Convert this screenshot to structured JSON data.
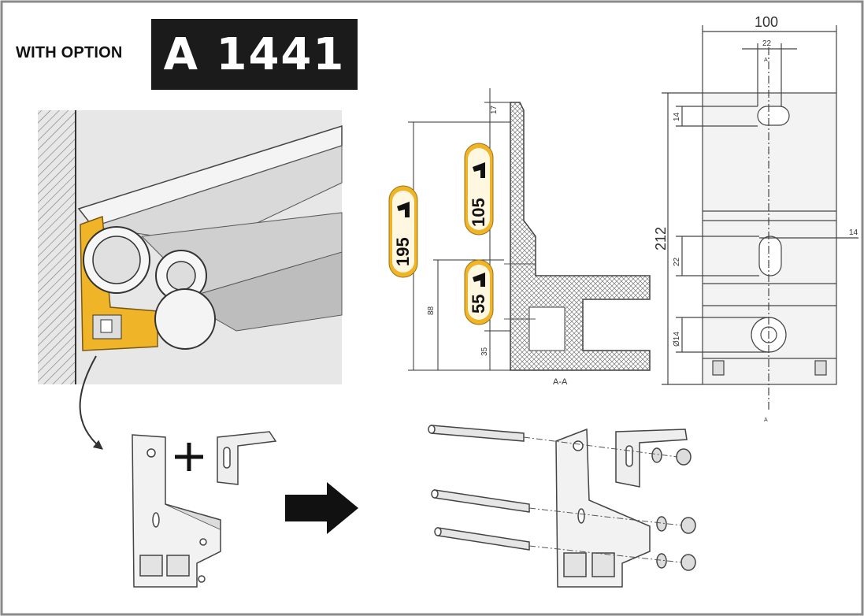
{
  "header": {
    "with_option_label": "WITH OPTION",
    "option_code": "A 1441"
  },
  "section_drawing": {
    "heights": {
      "h195": "195",
      "h105": "105",
      "h55": "55"
    },
    "dims": {
      "d17": "17",
      "d88": "88",
      "d35": "35"
    },
    "section_label": "A-A"
  },
  "front_drawing": {
    "dims": {
      "width": "100",
      "slot_width": "22",
      "height": "212",
      "slot_h_top": "14",
      "slot_h_mid": "22",
      "slot_w_mid": "14",
      "hole": "Ø14"
    },
    "section_marker": "A"
  },
  "colors": {
    "accent_yellow": "#f0b428",
    "option_bg": "#1b1b1b",
    "frame_gray": "#8a8a8a"
  }
}
